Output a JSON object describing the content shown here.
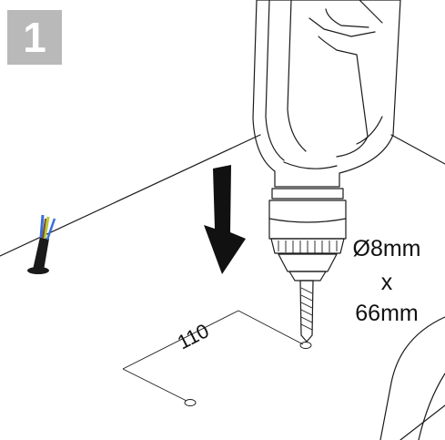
{
  "step": {
    "number": "1"
  },
  "dimension": {
    "label": "110"
  },
  "drill_bit": {
    "diameter": "Ø8mm",
    "times": "x",
    "length": "66mm"
  },
  "colors": {
    "badge": "#b9b9b9",
    "line": "#1a1a1a",
    "arrow": "#111111",
    "wire_blue": "#3a6fd8",
    "wire_yellow_green": "#b9c93a",
    "wire_brown": "#7a4a2a"
  },
  "icons": [
    "down-arrow-icon",
    "drill-icon",
    "cable-icon"
  ]
}
